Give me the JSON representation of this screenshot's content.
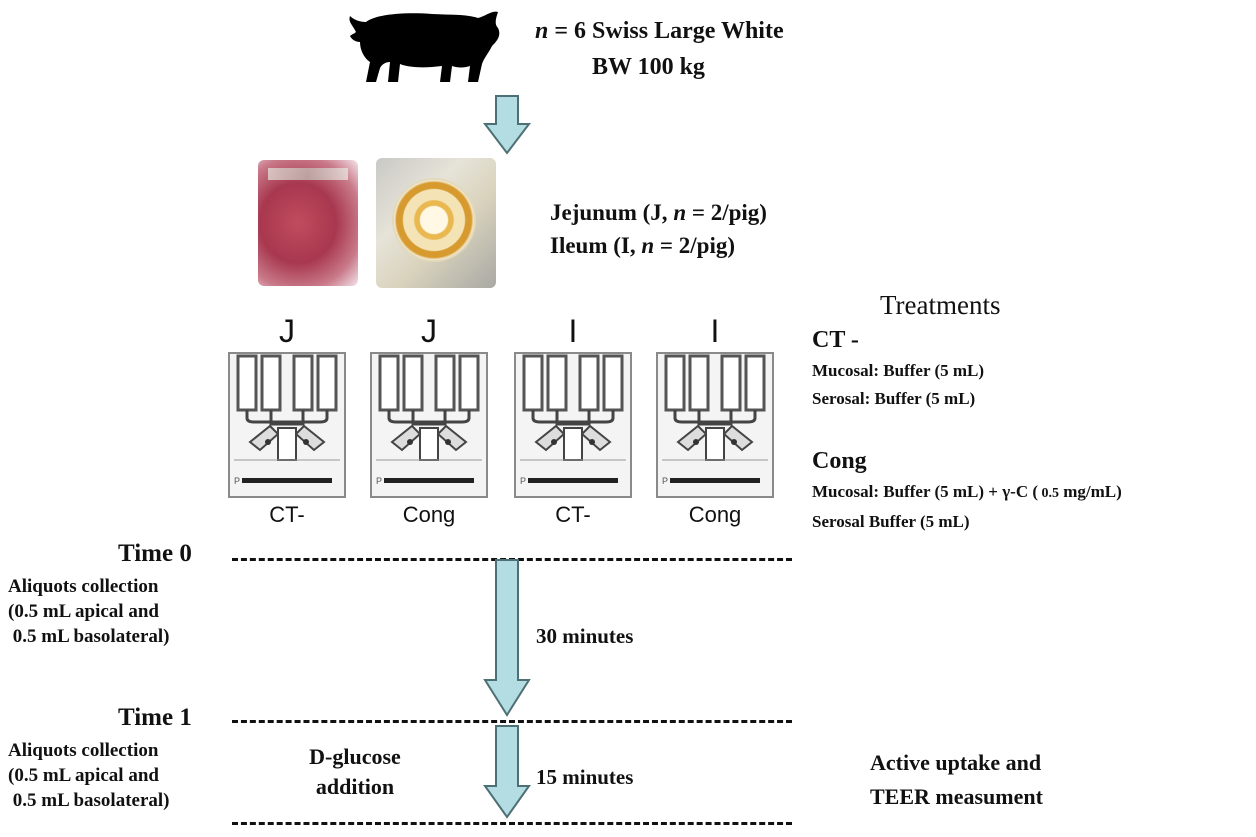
{
  "header": {
    "pig_line1_prefix": "n",
    "pig_line1_rest": " = 6 Swiss Large White",
    "pig_line2": "BW 100 kg",
    "pig_icon": "pig-silhouette-icon"
  },
  "tissue": {
    "jejunum_a": "Jejunum (J, ",
    "jejunum_n": "n",
    "jejunum_b": " = 2/pig)",
    "ileum_a": "Ileum (I, ",
    "ileum_n": "n",
    "ileum_b": " = 2/pig)"
  },
  "chambers": [
    {
      "label": "J",
      "caption": "CT-"
    },
    {
      "label": "J",
      "caption": "Cong"
    },
    {
      "label": "I",
      "caption": "CT-"
    },
    {
      "label": "I",
      "caption": "Cong"
    }
  ],
  "chamber_text": "P",
  "treatments": {
    "title": "Treatments",
    "ct_title": "CT -",
    "ct_mucosal": "Mucosal: Buffer (5 mL)",
    "ct_serosal": "Serosal: Buffer (5 mL)",
    "cong_title": "Cong",
    "cong_mucosal_a": "Mucosal: Buffer (5 mL) + γ-C (",
    "cong_mucosal_b": " 0.5",
    "cong_mucosal_c": " mg/mL)",
    "cong_serosal": "Serosal Buffer (5 mL)"
  },
  "timeline": {
    "time0": "Time 0",
    "time1": "Time 1",
    "aliquots0": [
      "Aliquots collection",
      "(0.5 mL apical and",
      " 0.5 mL basolateral)"
    ],
    "aliquots1": [
      "Aliquots collection",
      "(0.5 mL apical and",
      " 0.5 mL basolateral)"
    ],
    "interval1": "30 minutes",
    "interval2": "15 minutes",
    "dglucose": [
      "D-glucose",
      "addition"
    ],
    "active": [
      "Active uptake and",
      "TEER measument"
    ]
  },
  "colors": {
    "arrow_fill": "#b3dde3",
    "arrow_stroke": "#4d7075",
    "text": "#111111"
  }
}
